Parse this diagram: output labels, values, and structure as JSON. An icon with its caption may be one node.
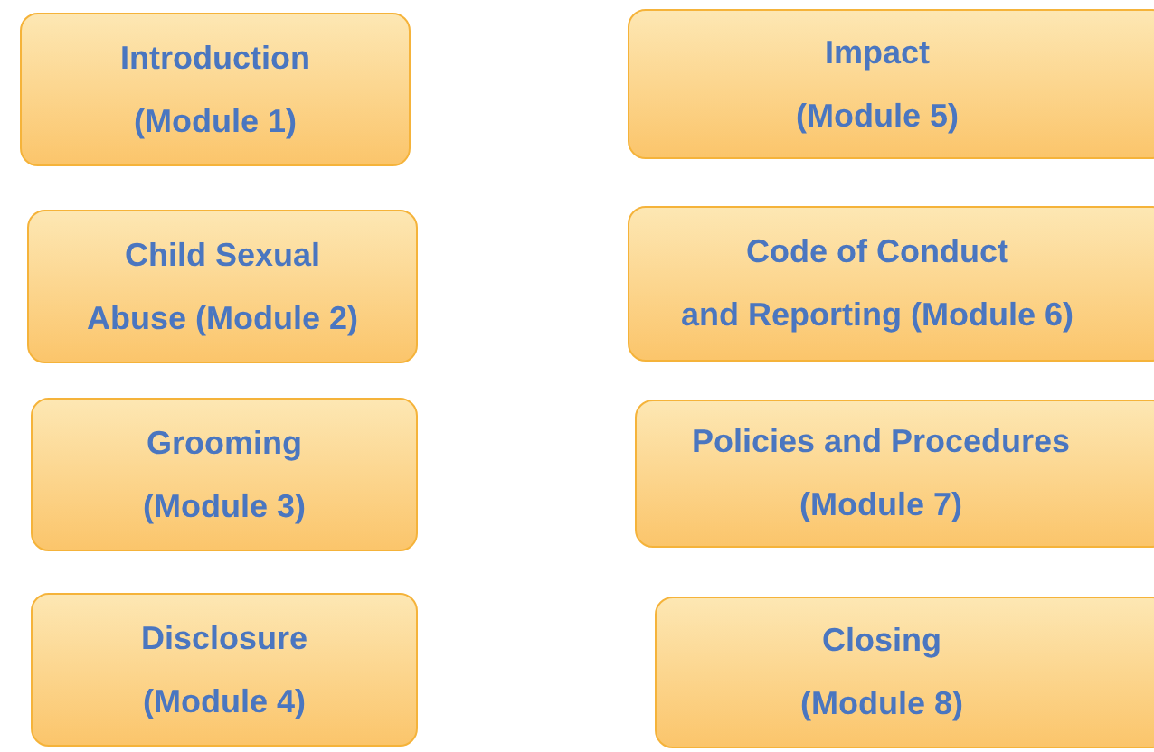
{
  "diagram": {
    "nodes": [
      {
        "text": [
          "Introduction (Module 1)"
        ]
      },
      {
        "text": [
          "Child Sexual Abuse (Module 2)"
        ]
      },
      {
        "text": [
          "Grooming (Module 3)"
        ]
      },
      {
        "text": [
          "Disclosure (Module 4)"
        ]
      },
      {
        "text": [
          "Impact (Module 5)"
        ]
      },
      {
        "text": [
          "Code of Conduct and Reporting (Module 6)"
        ]
      },
      {
        "text": [
          "Policies and Procedures (Module 7)"
        ]
      },
      {
        "text": [
          "Closing (Module 8)"
        ]
      }
    ]
  }
}
